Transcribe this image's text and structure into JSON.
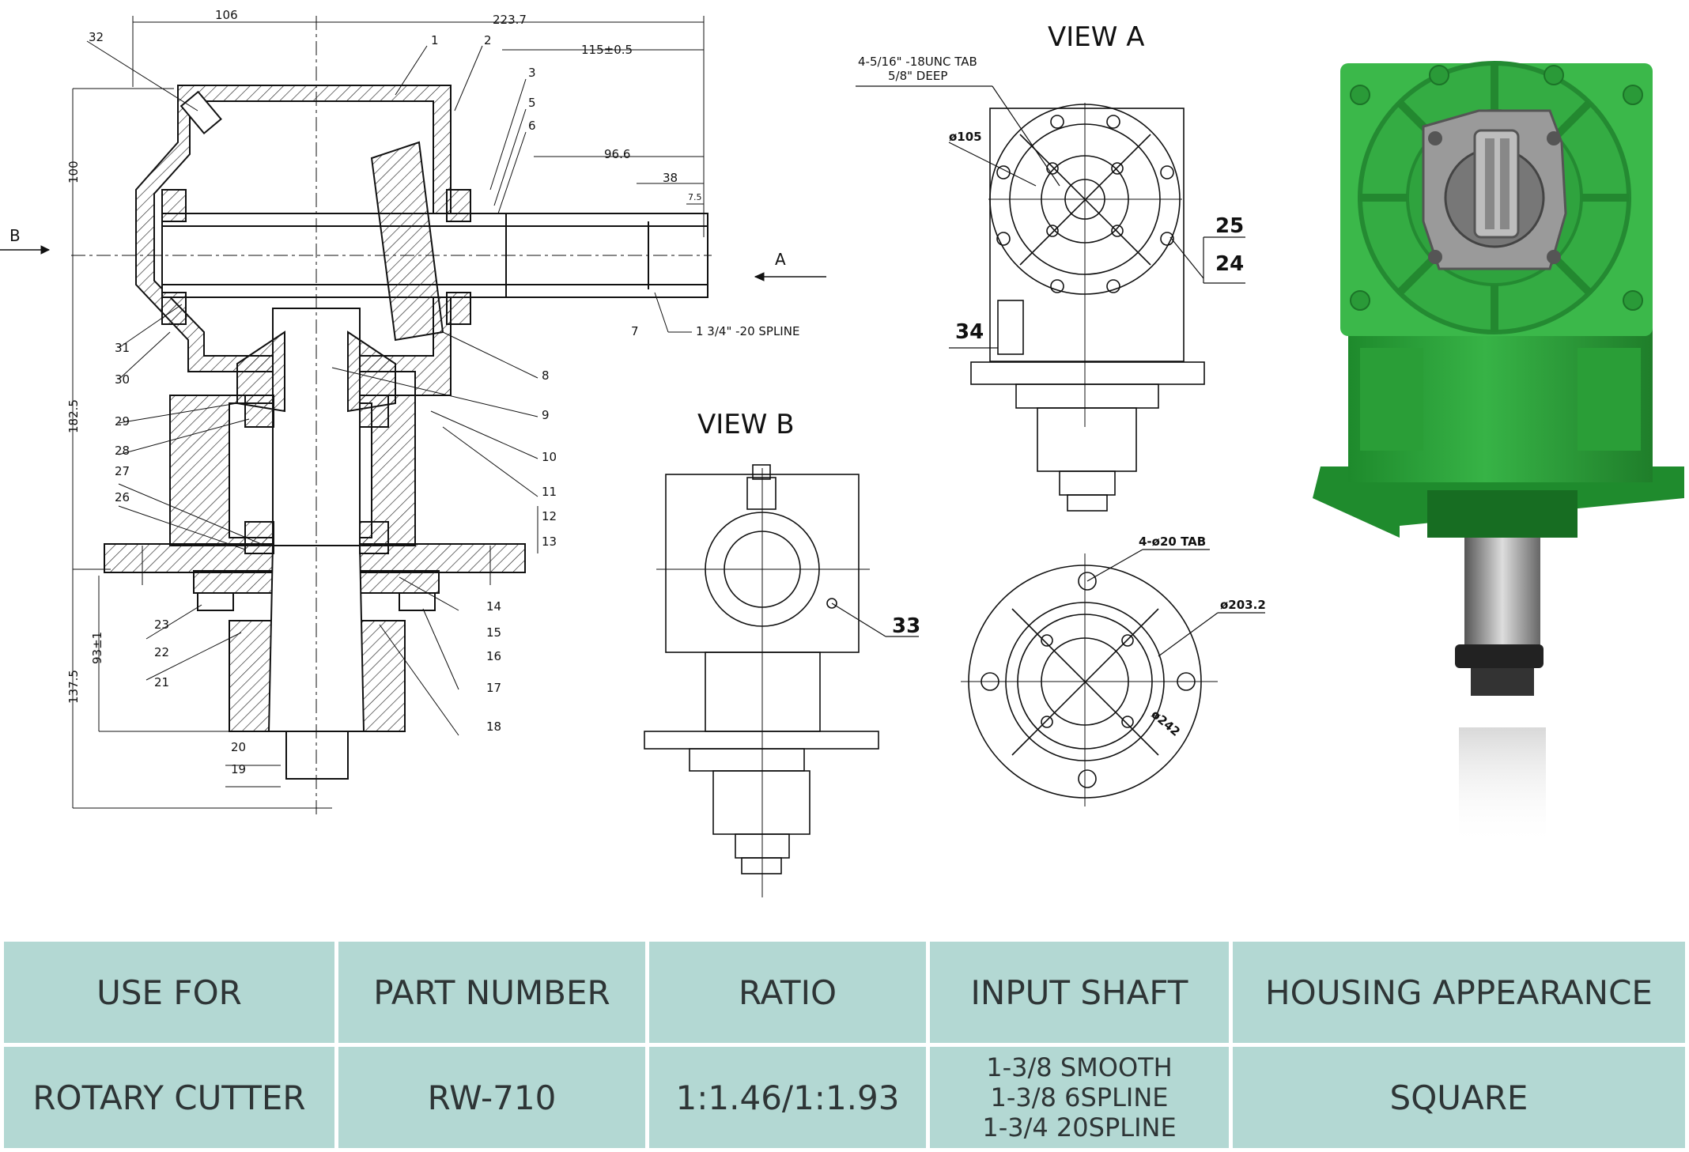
{
  "drawing": {
    "views": {
      "a": "VIEW  A",
      "b": "VIEW  B"
    },
    "arrows": {
      "a": "A",
      "b": "B"
    },
    "dimensions": {
      "d106": "106",
      "d223": "223.7",
      "d115": "115±0.5",
      "d966": "96.6",
      "d38": "38",
      "d75": "7.5",
      "d100": "100",
      "d1825": "182.5",
      "d1375": "137.5",
      "d931": "93±1"
    },
    "notes": {
      "spline": "1  3/4\"  -20 SPLINE",
      "tab1": "4-5/16\"  -18UNC  TAB",
      "tab2": "5/8\"  DEEP",
      "phi105": "ø105",
      "tab20": "4-ø20  TAB",
      "phi2032": "ø203.2",
      "phi242": "ø242"
    },
    "callouts": [
      "1",
      "2",
      "3",
      "5",
      "6",
      "7",
      "8",
      "9",
      "10",
      "11",
      "12",
      "13",
      "14",
      "15",
      "16",
      "17",
      "18",
      "19",
      "20",
      "21",
      "22",
      "23",
      "26",
      "27",
      "28",
      "29",
      "30",
      "31",
      "32"
    ],
    "big_callouts": {
      "c25": "25",
      "c24": "24",
      "c34": "34",
      "c33": "33"
    }
  },
  "photo": {
    "icon": "gearbox-photo",
    "housing_color": "#2fa83a"
  },
  "table": {
    "headers": [
      "USE FOR",
      "PART NUMBER",
      "RATIO",
      "INPUT SHAFT",
      "HOUSING APPEARANCE"
    ],
    "row": {
      "use_for": "ROTARY CUTTER",
      "part_number": "RW-710",
      "ratio": "1:1.46/1:1.93",
      "input_shaft": [
        "1-3/8 SMOOTH",
        "1-3/8 6SPLINE",
        "1-3/4 20SPLINE"
      ],
      "housing": "SQUARE"
    }
  },
  "colors": {
    "table_bg": "#b3d8d3",
    "table_text": "#2e3536"
  }
}
